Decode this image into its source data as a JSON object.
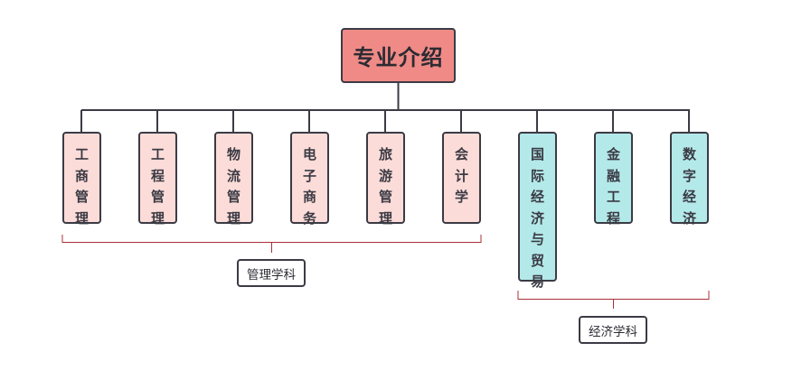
{
  "root": {
    "title": "专业介绍",
    "color": "#f08a86"
  },
  "children": [
    {
      "label": "工商管理",
      "color": "#fcdcd8"
    },
    {
      "label": "工程管理",
      "color": "#fcdcd8"
    },
    {
      "label": "物流管理",
      "color": "#fcdcd8"
    },
    {
      "label": "电子商务",
      "color": "#fcdcd8"
    },
    {
      "label": "旅游管理",
      "color": "#fcdcd8"
    },
    {
      "label": "会计学",
      "color": "#fcdcd8"
    },
    {
      "label": "国际经济与贸易",
      "color": "#b4e9e9"
    },
    {
      "label": "金融工程",
      "color": "#b4e9e9"
    },
    {
      "label": "数字经济",
      "color": "#b4e9e9"
    }
  ],
  "groups": [
    {
      "label": "管理学科"
    },
    {
      "label": "经济学科"
    }
  ],
  "colors": {
    "line": "#3b3b45",
    "bracket": "#a8303a"
  }
}
